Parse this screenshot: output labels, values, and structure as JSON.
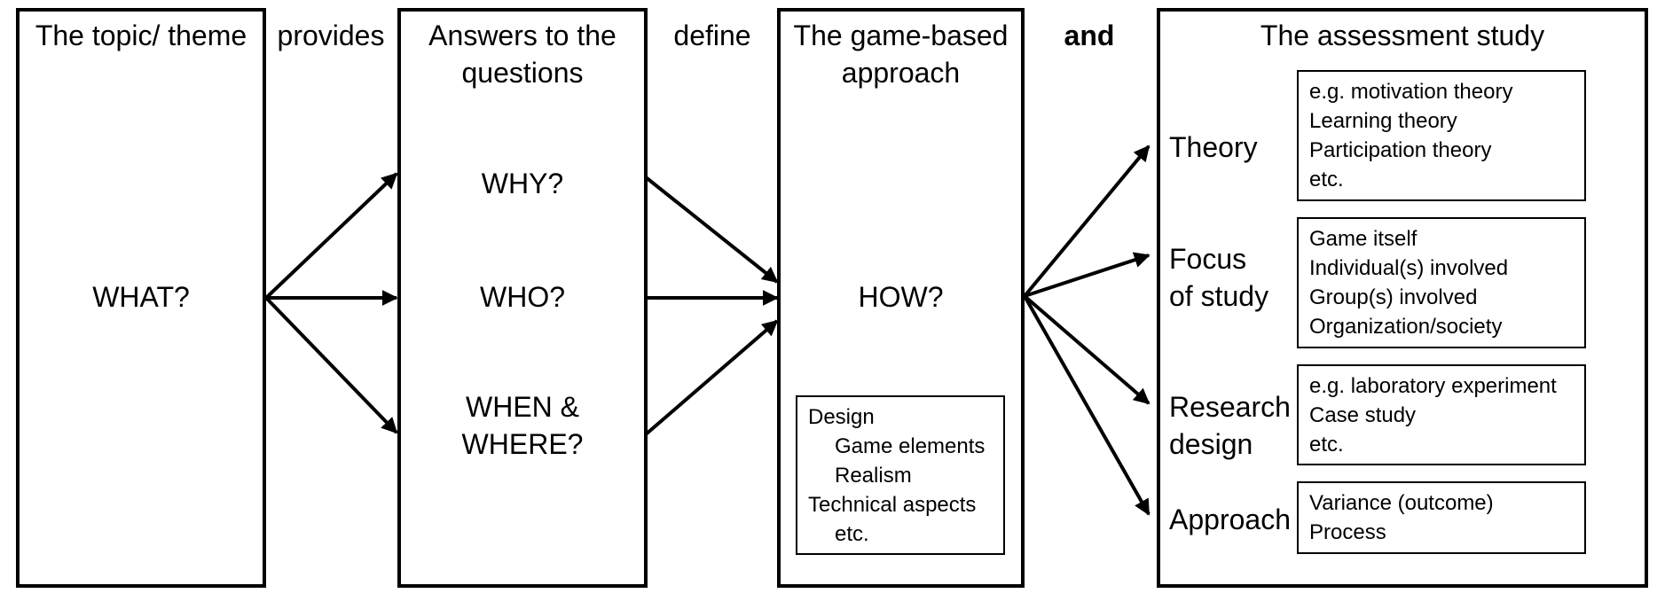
{
  "columns": {
    "topic": {
      "title": "The topic/ theme",
      "question": "WHAT?"
    },
    "answers": {
      "title_line1": "Answers to the",
      "title_line2": "questions",
      "q_why": "WHY?",
      "q_who": "WHO?",
      "q_when_1": "WHEN &",
      "q_when_2": "WHERE?"
    },
    "game": {
      "title_line1": "The game-based",
      "title_line2": "approach",
      "question": "HOW?",
      "box": [
        "Design",
        "Game elements",
        "Realism",
        "Technical aspects",
        "etc."
      ]
    },
    "assessment": {
      "title": "The assessment study"
    }
  },
  "connectors": {
    "provides": "provides",
    "define": "define",
    "and": "and"
  },
  "assessment_rows": {
    "theory": {
      "label": "Theory",
      "items": [
        "e.g. motivation theory",
        "Learning theory",
        "Participation theory",
        "etc."
      ]
    },
    "focus": {
      "label_1": "Focus",
      "label_2": "of study",
      "items": [
        "Game itself",
        "Individual(s) involved",
        "Group(s) involved",
        "Organization/society"
      ]
    },
    "design": {
      "label_1": "Research",
      "label_2": "design",
      "items": [
        "e.g. laboratory experiment",
        "Case study",
        "etc."
      ]
    },
    "approach": {
      "label": "Approach",
      "items": [
        "Variance (outcome)",
        "Process"
      ]
    }
  }
}
